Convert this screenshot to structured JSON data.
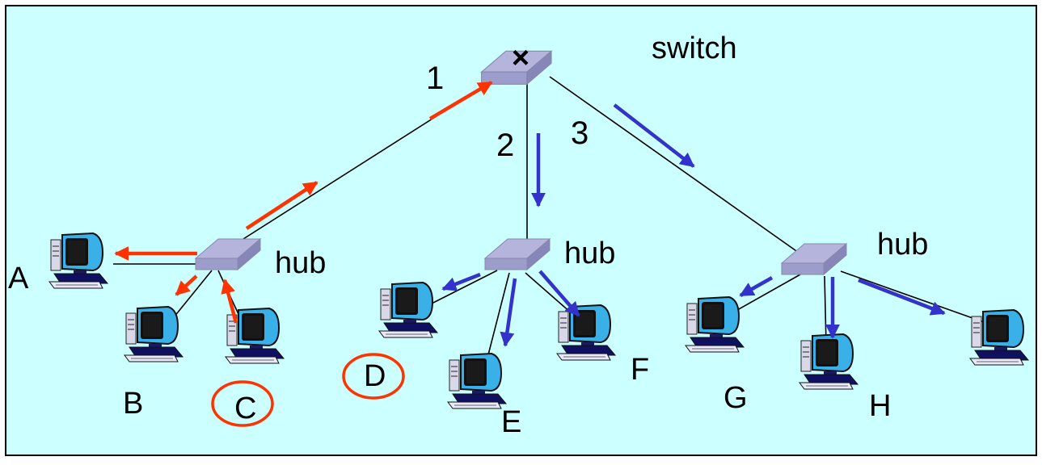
{
  "switch": {
    "label": "switch",
    "mark": "×"
  },
  "ports": [
    "1",
    "2",
    "3"
  ],
  "hubs": [
    {
      "label": "hub"
    },
    {
      "label": "hub"
    },
    {
      "label": "hub"
    }
  ],
  "hosts": [
    {
      "id": "A",
      "label": "A",
      "highlighted": false
    },
    {
      "id": "B",
      "label": "B",
      "highlighted": false
    },
    {
      "id": "C",
      "label": "C",
      "highlighted": true
    },
    {
      "id": "D",
      "label": "D",
      "highlighted": true
    },
    {
      "id": "E",
      "label": "E",
      "highlighted": false
    },
    {
      "id": "F",
      "label": "F",
      "highlighted": false
    },
    {
      "id": "G",
      "label": "G",
      "highlighted": false
    },
    {
      "id": "H",
      "label": "H",
      "highlighted": false
    },
    {
      "id": "I",
      "label": "",
      "highlighted": false
    }
  ],
  "colors": {
    "background": "#ccffff",
    "border": "#000000",
    "device_top": "#b4b4dc",
    "device_side": "#8c8cbc",
    "red_arrow": "#ff3300",
    "blue_arrow": "#3333cc",
    "highlight_circle": "#ff3300",
    "link": "#000000"
  },
  "icons": {
    "host": "desktop-computer-icon",
    "hub": "hub-box-icon",
    "switch": "switch-box-icon"
  }
}
